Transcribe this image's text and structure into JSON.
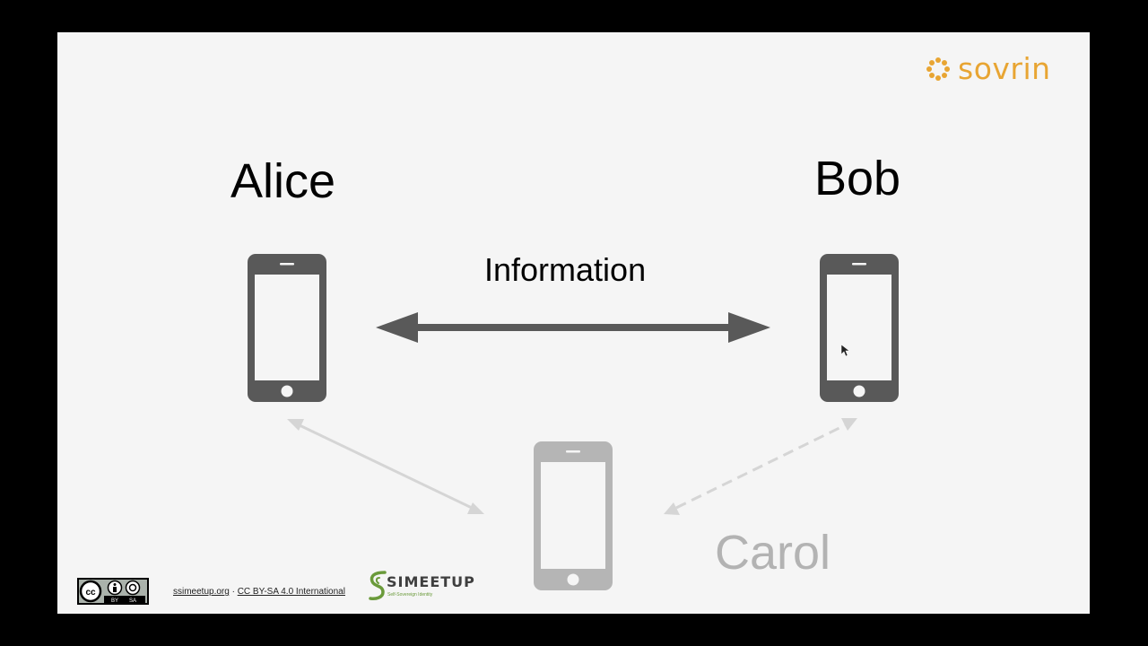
{
  "logo": {
    "word": "sovrin",
    "color": "#e8a533"
  },
  "diagram": {
    "nodes": [
      {
        "name": "Alice",
        "device": "smartphone"
      },
      {
        "name": "Bob",
        "device": "smartphone"
      },
      {
        "name": "Carol",
        "device": "smartphone",
        "emphasis": "faded"
      }
    ],
    "edges": [
      {
        "from": "Alice",
        "to": "Bob",
        "label": "Information",
        "style": "solid",
        "direction": "bidirectional"
      },
      {
        "from": "Carol",
        "to": "Alice",
        "style": "solid-faded",
        "direction": "bidirectional"
      },
      {
        "from": "Carol",
        "to": "Bob",
        "style": "dashed-faded",
        "direction": "bidirectional"
      }
    ],
    "colors": {
      "phone": "#595959",
      "phone_faded": "#b5b5b5",
      "arrow": "#595959",
      "arrow_faded": "#d5d5d5"
    }
  },
  "footer": {
    "license_icons": [
      "cc-icon",
      "by-icon",
      "sa-icon"
    ],
    "license_badge_labels": [
      "BY",
      "SA"
    ],
    "site": "ssimeetup.org",
    "separator": " · ",
    "license": "CC BY-SA 4.0 International",
    "meetup_word": "SIMEETUP",
    "meetup_subtitle": "Self-Sovereign Identity",
    "meetup_color": "#6a9a3a"
  }
}
